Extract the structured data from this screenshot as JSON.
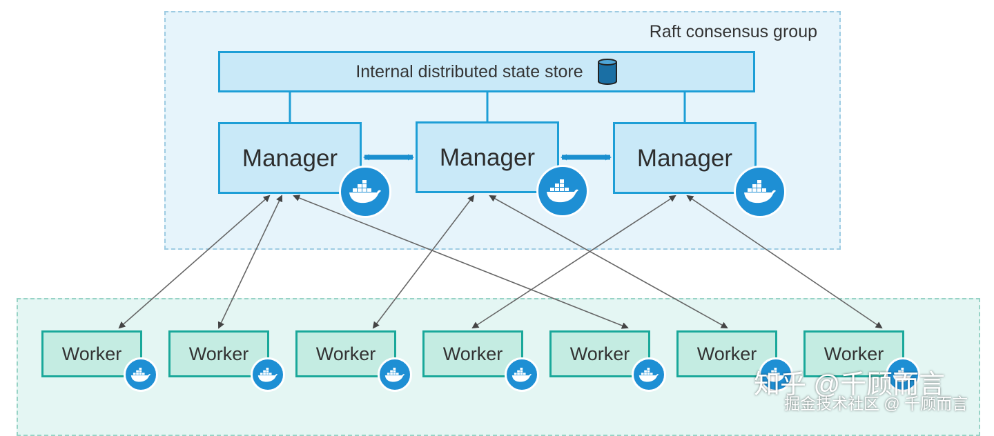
{
  "raft_group": {
    "label": "Raft consensus group"
  },
  "state_store": {
    "label": "Internal distributed state store",
    "icon": "database-icon"
  },
  "managers": [
    {
      "label": "Manager",
      "icon": "docker-whale-icon"
    },
    {
      "label": "Manager",
      "icon": "docker-whale-icon"
    },
    {
      "label": "Manager",
      "icon": "docker-whale-icon"
    }
  ],
  "workers": [
    {
      "label": "Worker",
      "icon": "docker-whale-icon"
    },
    {
      "label": "Worker",
      "icon": "docker-whale-icon"
    },
    {
      "label": "Worker",
      "icon": "docker-whale-icon"
    },
    {
      "label": "Worker",
      "icon": "docker-whale-icon"
    },
    {
      "label": "Worker",
      "icon": "docker-whale-icon"
    },
    {
      "label": "Worker",
      "icon": "docker-whale-icon"
    },
    {
      "label": "Worker",
      "icon": "docker-whale-icon"
    }
  ],
  "links": {
    "manager_manager": [
      [
        0,
        1
      ],
      [
        1,
        2
      ]
    ],
    "worker_manager": [
      [
        0,
        0
      ],
      [
        1,
        0
      ],
      [
        4,
        0
      ],
      [
        2,
        1
      ],
      [
        5,
        1
      ],
      [
        3,
        2
      ],
      [
        6,
        2
      ]
    ]
  },
  "watermark": {
    "main": "知乎 @千顾而言",
    "sub": "掘金技术社区 @ 千顾而言"
  },
  "colors": {
    "manager_fill": "#c9e9f8",
    "manager_border": "#1d9ed6",
    "worker_fill": "#c4ece2",
    "worker_border": "#1aa89a",
    "docker_blue": "#1e8fd4",
    "raft_zone": "#e6f4fb",
    "worker_zone": "#e4f6f3"
  }
}
